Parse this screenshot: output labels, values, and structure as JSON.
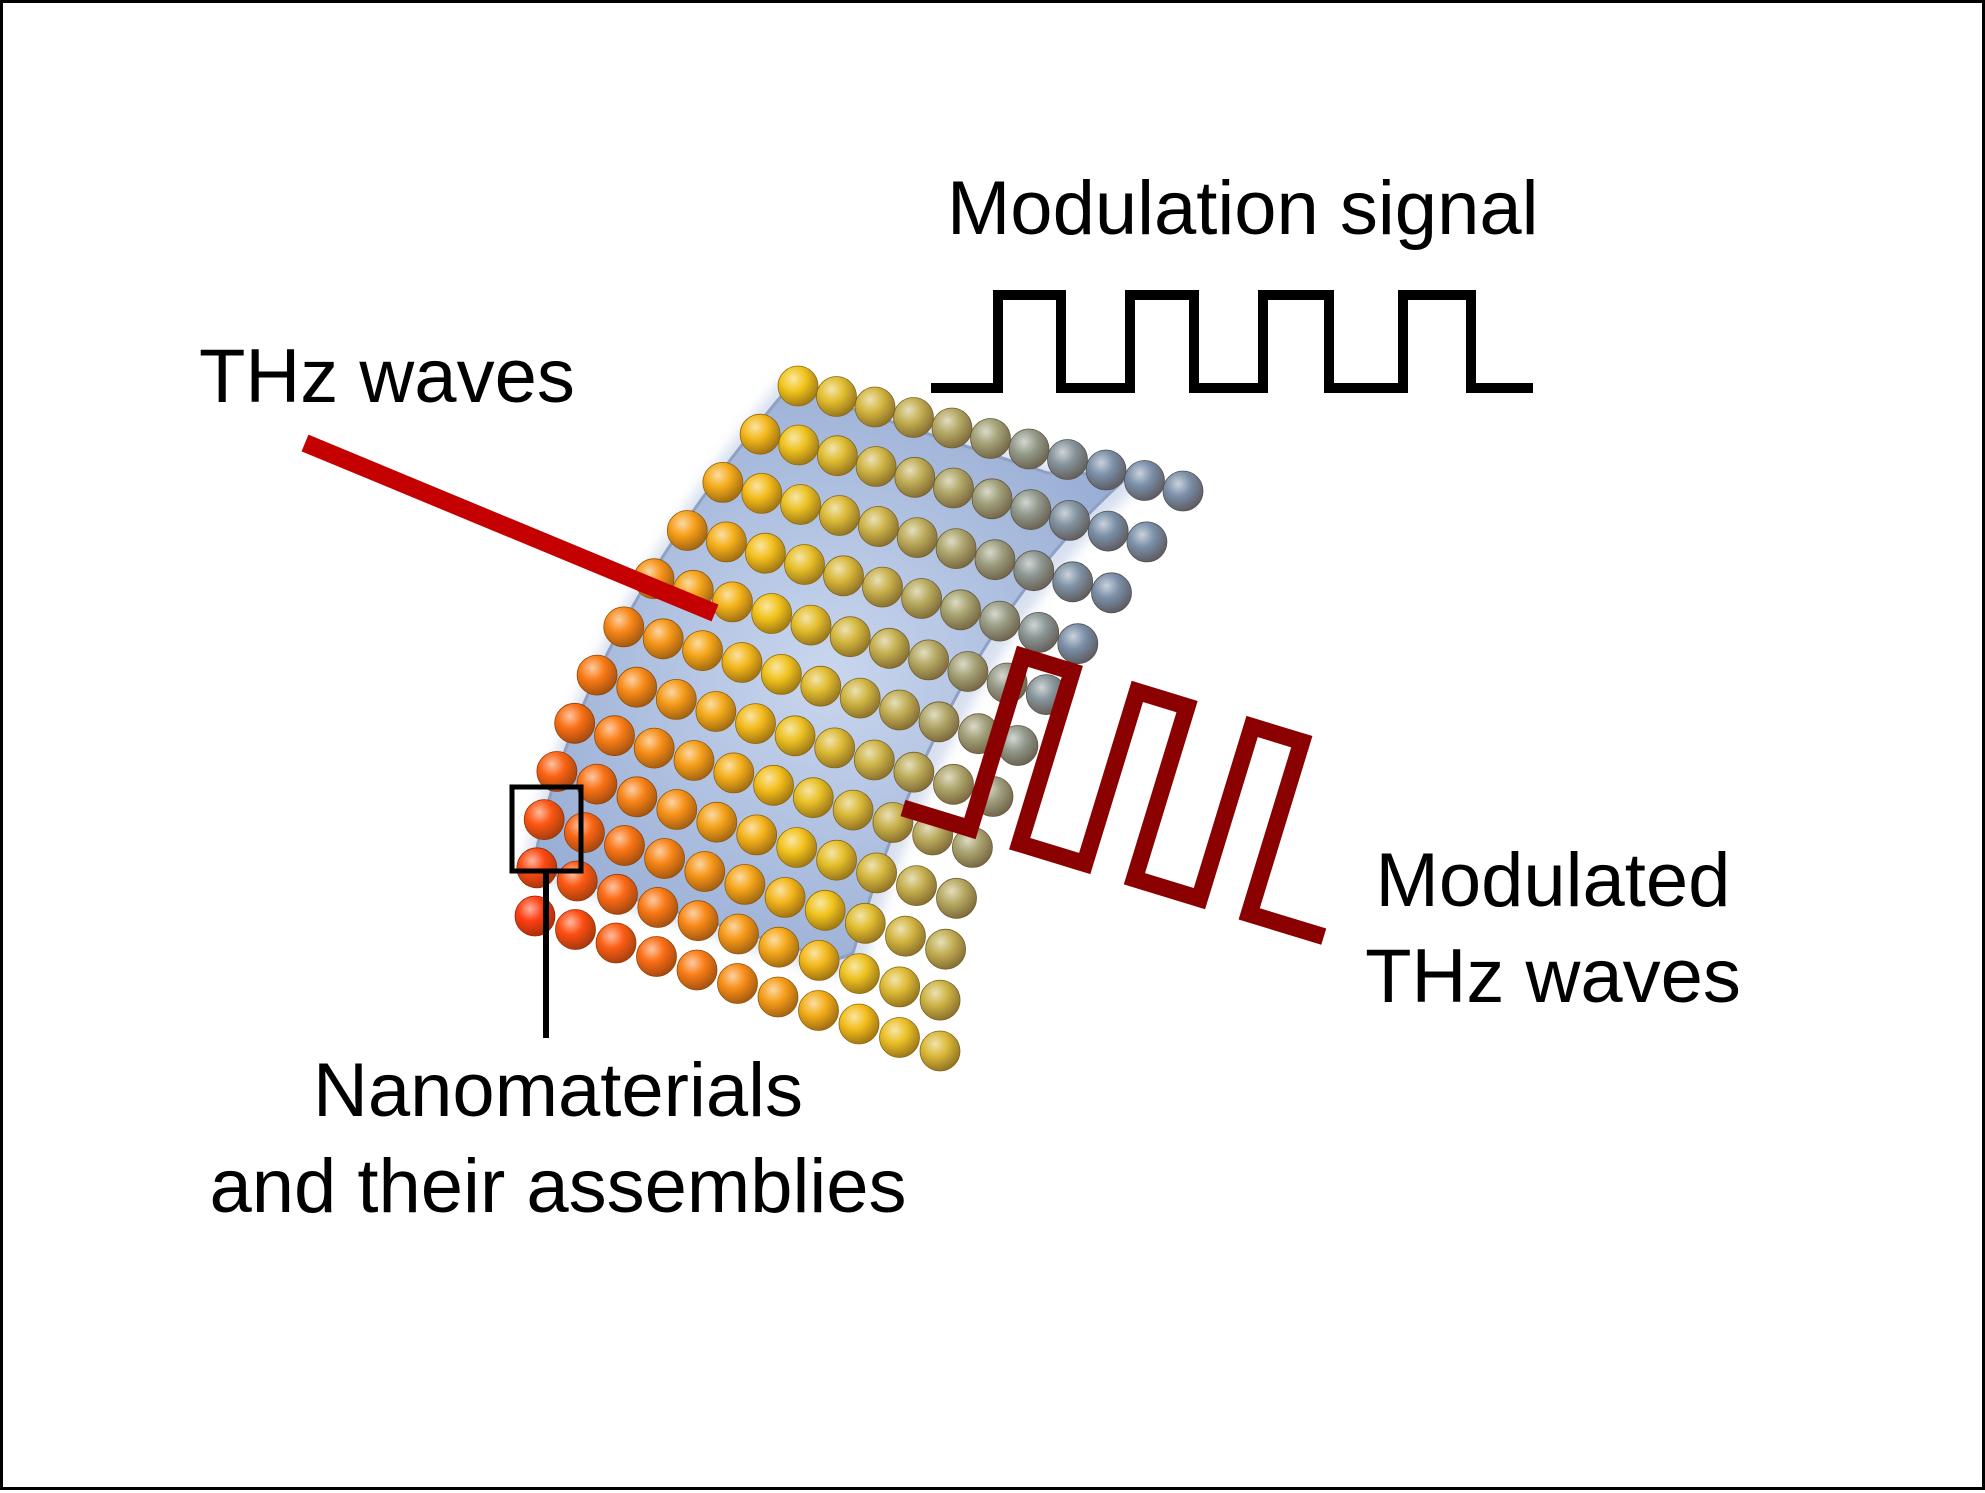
{
  "diagram": {
    "labels": {
      "modulation_signal": "Modulation signal",
      "thz_waves": "THz waves",
      "modulated_line1": "Modulated",
      "modulated_line2": "THz waves",
      "nano_line1": "Nanomaterials",
      "nano_line2": "and their assemblies"
    },
    "colors": {
      "border": "#000000",
      "incident_wave": "#c40000",
      "modulated_wave": "#8b0000",
      "signal": "#000000",
      "substrate": "#9fb3d6",
      "sphere_warm": "#ff3d10",
      "sphere_yellow": "#f2c41c",
      "sphere_cool": "#7a8fa8"
    },
    "sphere_array": {
      "rows": 12,
      "columns": 11
    },
    "modulation_signal_pulses": 4,
    "modulated_wave_pulses": 3
  }
}
